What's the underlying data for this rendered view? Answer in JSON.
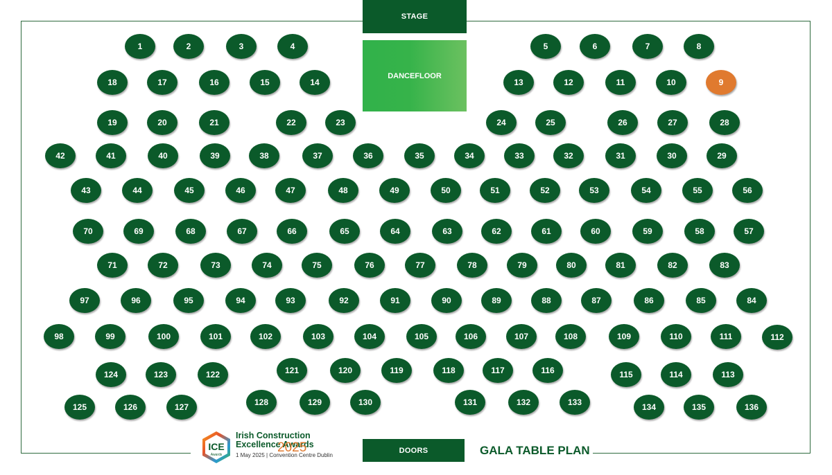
{
  "stage_label": "STAGE",
  "dancefloor_label": "DANCEFLOOR",
  "doors_label": "DOORS",
  "plan_title": "GALA TABLE PLAN",
  "logo": {
    "mark": "ICE",
    "mark_sub": "Awards",
    "line1": "Irish Construction",
    "line2": "Excellence Awards",
    "year": "2025",
    "line3": "1 May 2025 | Convention Centre Dublin"
  },
  "colors": {
    "table": "#0b5a2a",
    "highlight": "#e07a2f",
    "dancefloor": "#36b34a"
  },
  "highlighted_table": "9",
  "tables": [
    "1",
    "2",
    "3",
    "4",
    "5",
    "6",
    "7",
    "8",
    "9",
    "10",
    "11",
    "12",
    "13",
    "14",
    "15",
    "16",
    "17",
    "18",
    "19",
    "20",
    "21",
    "22",
    "23",
    "24",
    "25",
    "26",
    "27",
    "28",
    "29",
    "30",
    "31",
    "32",
    "33",
    "34",
    "35",
    "36",
    "37",
    "38",
    "39",
    "40",
    "41",
    "42",
    "43",
    "44",
    "45",
    "46",
    "47",
    "48",
    "49",
    "50",
    "51",
    "52",
    "53",
    "54",
    "55",
    "56",
    "57",
    "58",
    "59",
    "60",
    "61",
    "62",
    "63",
    "64",
    "65",
    "66",
    "67",
    "68",
    "69",
    "70",
    "71",
    "72",
    "73",
    "74",
    "75",
    "76",
    "77",
    "78",
    "79",
    "80",
    "81",
    "82",
    "83",
    "84",
    "85",
    "86",
    "87",
    "88",
    "89",
    "90",
    "91",
    "92",
    "93",
    "94",
    "95",
    "96",
    "97",
    "98",
    "99",
    "100",
    "101",
    "102",
    "103",
    "104",
    "105",
    "106",
    "107",
    "108",
    "109",
    "110",
    "111",
    "112",
    "113",
    "114",
    "115",
    "116",
    "117",
    "118",
    "119",
    "120",
    "121",
    "122",
    "123",
    "124",
    "125",
    "126",
    "127",
    "128",
    "129",
    "130",
    "131",
    "132",
    "133",
    "134",
    "135",
    "136"
  ]
}
